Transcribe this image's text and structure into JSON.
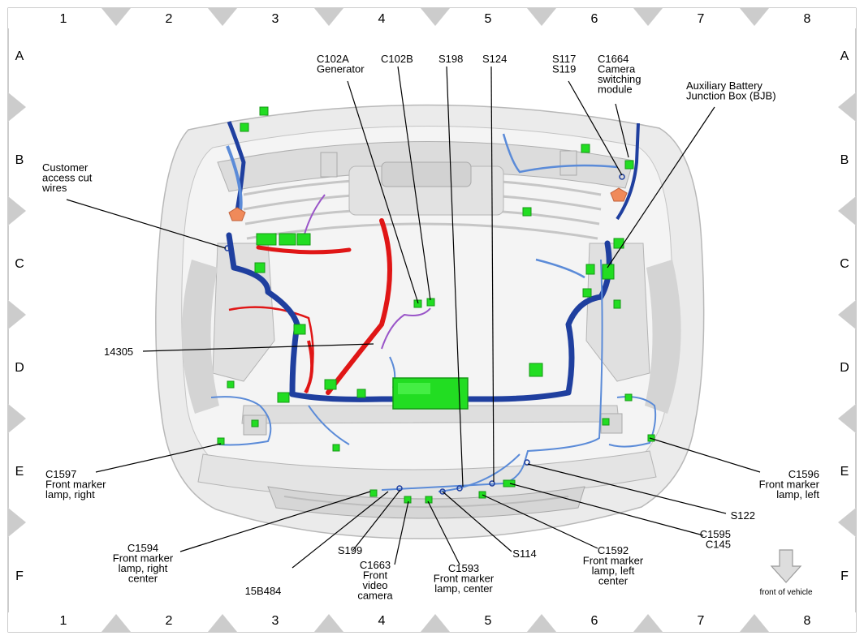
{
  "grid": {
    "columns": [
      "1",
      "2",
      "3",
      "4",
      "5",
      "6",
      "7",
      "8"
    ],
    "rows": [
      "A",
      "B",
      "C",
      "D",
      "E",
      "F"
    ]
  },
  "callouts": {
    "c102a": [
      "C102A",
      "Generator"
    ],
    "c102b": [
      "C102B"
    ],
    "s198": [
      "S198"
    ],
    "s124": [
      "S124"
    ],
    "s117": [
      "S117",
      "S119"
    ],
    "c1664": [
      "C1664",
      "Camera",
      "switching",
      "module"
    ],
    "bjb": [
      "Auxiliary Battery",
      "Junction Box (BJB)"
    ],
    "customer": [
      "Customer",
      "access cut",
      "wires"
    ],
    "n14305": [
      "14305"
    ],
    "c1597": [
      "C1597",
      "Front marker",
      "lamp, right"
    ],
    "c1596": [
      "C1596",
      "Front marker",
      "lamp, left"
    ],
    "s122": [
      "S122"
    ],
    "c1595": [
      "C1595",
      "C145"
    ],
    "c1594": [
      "C1594",
      "Front marker",
      "lamp, right",
      "center"
    ],
    "n15b484": [
      "15B484"
    ],
    "s199": [
      "S199"
    ],
    "c1663": [
      "C1663",
      "Front",
      "video",
      "camera"
    ],
    "c1593": [
      "C1593",
      "Front marker",
      "lamp, center"
    ],
    "s114": [
      "S114"
    ],
    "c1592": [
      "C1592",
      "Front marker",
      "lamp, left",
      "center"
    ]
  },
  "front_indicator": {
    "label": "front of vehicle",
    "icon": "down-arrow-icon"
  },
  "colors": {
    "harness_dark": "#1f3f9f",
    "harness_light": "#5b8bd8",
    "battery_cable": "#e01616",
    "generator_wire": "#9a55c8",
    "connector": "#22dd22",
    "splice": "#f08a5a",
    "body": "#d9d9d9"
  }
}
